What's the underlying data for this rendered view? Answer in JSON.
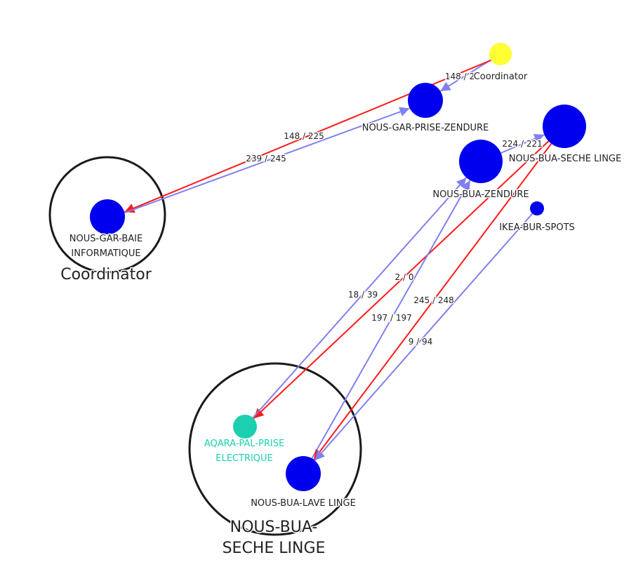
{
  "colors": {
    "coordinator": "#ffff33",
    "router": "#0000ee",
    "end_device": "#1ccfb0",
    "edge_forward": "#ff1a1a",
    "edge_backward": "#8080f0",
    "group_stroke": "#1a1a1a",
    "label": "#222222"
  },
  "groups": [
    {
      "id": "grp-coordinator",
      "label_lines": [
        "Coordinator"
      ]
    },
    {
      "id": "grp-seche",
      "label_lines": [
        "NOUS-BUA-",
        "SECHE LINGE"
      ]
    }
  ],
  "nodes": [
    {
      "id": "coordinator",
      "label_lines": [
        "Coordinator"
      ],
      "type": "coordinator"
    },
    {
      "id": "gar-prise-zendure",
      "label_lines": [
        "NOUS-GAR-PRISE-ZENDURE"
      ],
      "type": "router"
    },
    {
      "id": "gar-baie",
      "label_lines": [
        "NOUS-GAR-BAIE",
        "INFORMATIQUE"
      ],
      "type": "router"
    },
    {
      "id": "bua-seche",
      "label_lines": [
        "NOUS-BUA-SECHE LINGE"
      ],
      "type": "router"
    },
    {
      "id": "bua-zendure",
      "label_lines": [
        "NOUS-BUA-ZENDURE"
      ],
      "type": "router"
    },
    {
      "id": "ikea-spots",
      "label_lines": [
        "IKEA-BUR-SPOTS"
      ],
      "type": "router"
    },
    {
      "id": "aqara-prise",
      "label_lines": [
        "AQARA-PAL-PRISE",
        "ELECTRIQUE"
      ],
      "type": "end_device"
    },
    {
      "id": "bua-lave",
      "label_lines": [
        "NOUS-BUA-LAVE LINGE"
      ],
      "type": "router"
    }
  ],
  "edges": [
    {
      "from": "coordinator",
      "to": "gar-prise-zendure",
      "label": "148 / 2",
      "kind": "backward"
    },
    {
      "from": "coordinator",
      "to": "gar-baie",
      "label": "148 / 225",
      "kind": "forward"
    },
    {
      "from": "gar-baie",
      "to": "gar-prise-zendure",
      "label": "239 / 245",
      "kind": "backward"
    },
    {
      "from": "bua-zendure",
      "to": "bua-seche",
      "label": "224 / 221",
      "kind": "backward"
    },
    {
      "from": "bua-seche",
      "to": "aqara-prise",
      "label": "2 / 0",
      "kind": "forward"
    },
    {
      "from": "aqara-prise",
      "to": "bua-zendure",
      "label": "18 / 39",
      "kind": "backward"
    },
    {
      "from": "bua-lave",
      "to": "bua-zendure",
      "label": "197 / 197",
      "kind": "backward"
    },
    {
      "from": "bua-seche",
      "to": "bua-lave",
      "label": "245 / 248",
      "kind": "forward"
    },
    {
      "from": "ikea-spots",
      "to": "bua-lave",
      "label": "9 / 94",
      "kind": "backward"
    }
  ]
}
